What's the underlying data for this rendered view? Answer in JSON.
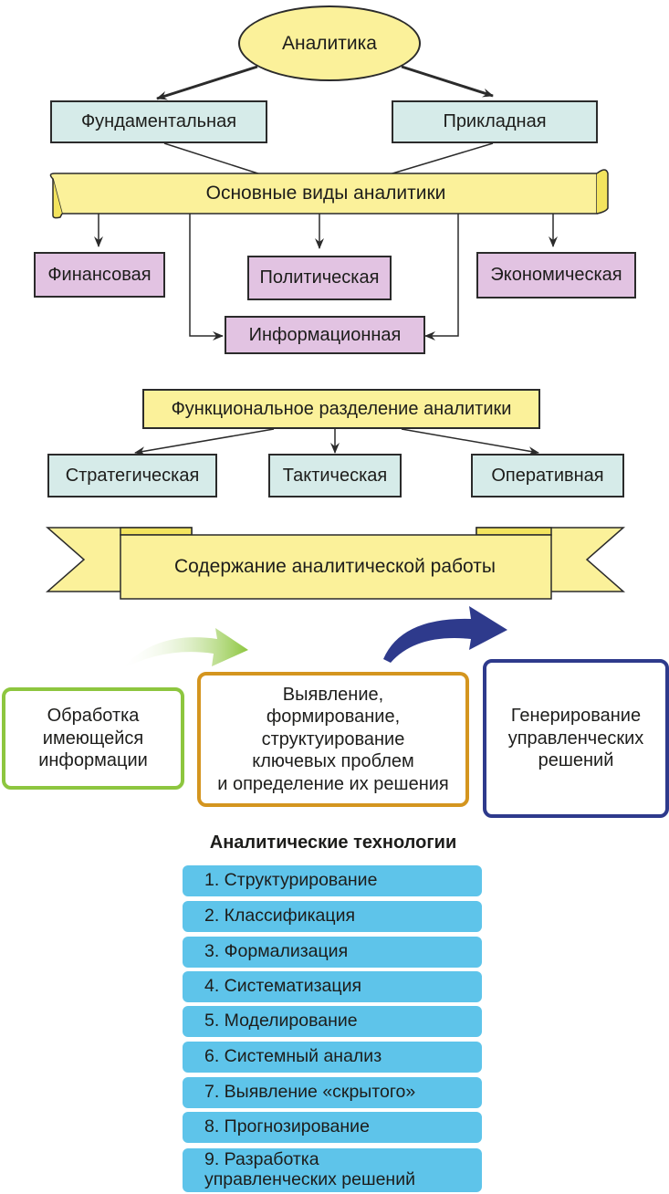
{
  "root": "Аналитика",
  "kinds_top": {
    "left": "Фундаментальная",
    "right": "Прикладная"
  },
  "main_types_title": "Основные виды аналитики",
  "main_types": {
    "financial": "Финансовая",
    "political": "Политическая",
    "economic": "Экономическая",
    "information": "Информационная"
  },
  "functional_title": "Функциональное разделение аналитики",
  "functional": {
    "strategic": "Стратегическая",
    "tactical": "Тактическая",
    "operational": "Оперативная"
  },
  "content_title": "Содержание аналитической работы",
  "stages": {
    "processing": [
      "Обработка",
      "имеющейся",
      "информации"
    ],
    "identification": [
      "Выявление,",
      "формирование,",
      "структуирование",
      "ключевых проблем",
      "и определение их решения"
    ],
    "generation": [
      "Генерирование",
      "управленческих",
      "решений"
    ]
  },
  "stage_colors": {
    "processing": "#8dc63f",
    "identification": "#d4951f",
    "generation": "#2e3a8c"
  },
  "technologies_title": "Аналитические технологии",
  "technologies": [
    "1. Структурирование",
    "2. Классификация",
    "3. Формализация",
    "4. Систематизация",
    "5. Моделирование",
    "6. Системный анализ",
    "7. Выявление «скрытого»",
    "8. Прогнозирование",
    "9. Разработка управленческих решений"
  ],
  "technologies_last_lines": [
    "9. Разработка",
    "управленческих решений"
  ],
  "colors": {
    "yellow": "#fbf19a",
    "teal": "#d6ebe9",
    "lilac": "#e2c3e2",
    "tech_blue": "#5ec4ea"
  }
}
